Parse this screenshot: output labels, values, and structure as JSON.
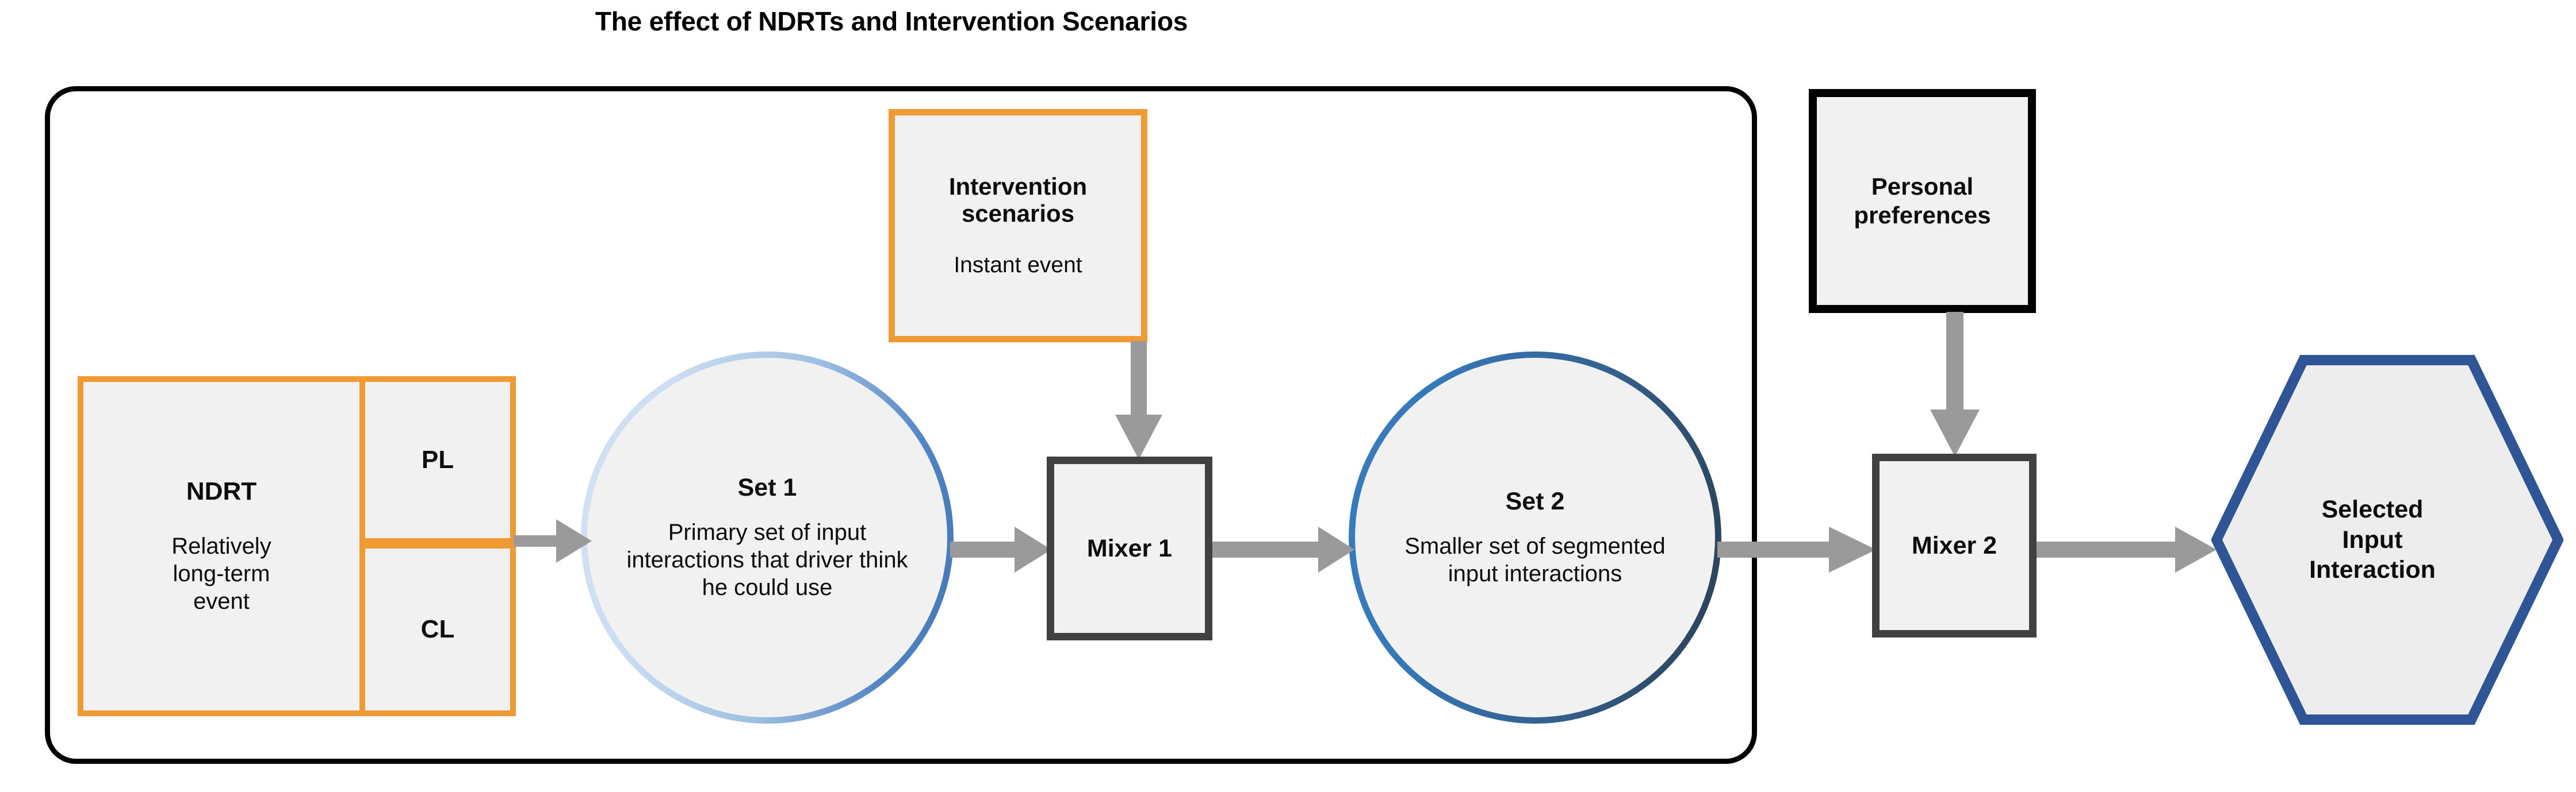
{
  "title": "The effect of NDRTs and Intervention Scenarios",
  "colors": {
    "orange": "#ef9a33",
    "black": "#000000",
    "dark_gray": "#414141",
    "arrow_gray": "#9a9a9a",
    "shape_fill": "#f1f1f1",
    "set1_border_light": "#d3e3f4",
    "set1_border_dark": "#3f74b4",
    "set2_border_light": "#3a7cbd",
    "set2_border_dark": "#2b3f54",
    "hexagon_border": "#2f5596"
  },
  "nodes": {
    "ndrt": {
      "title": "NDRT",
      "body": "Relatively\nlong-term\nevent",
      "sub_top": "PL",
      "sub_bottom": "CL"
    },
    "intervention": {
      "title": "Intervention scenarios",
      "body": "Instant event"
    },
    "set1": {
      "title": "Set 1",
      "body": "Primary set of input interactions that driver think he could use"
    },
    "mixer1": {
      "label": "Mixer 1"
    },
    "set2": {
      "title": "Set 2",
      "body": "Smaller set of segmented input interactions"
    },
    "personal_preferences": {
      "label": "Personal\npreferences"
    },
    "mixer2": {
      "label": "Mixer 2"
    },
    "selected_output": {
      "label": "Selected\nInput\nInteraction"
    }
  },
  "connectors": [
    {
      "name": "ndrt-to-set1",
      "from": "ndrt",
      "to": "set1",
      "direction": "right"
    },
    {
      "name": "intervention-to-mixer1",
      "from": "intervention",
      "to": "mixer1",
      "direction": "down"
    },
    {
      "name": "set1-to-mixer1",
      "from": "set1",
      "to": "mixer1",
      "direction": "right"
    },
    {
      "name": "mixer1-to-set2",
      "from": "mixer1",
      "to": "set2",
      "direction": "right"
    },
    {
      "name": "set2-to-mixer2",
      "from": "set2",
      "to": "mixer2",
      "direction": "right"
    },
    {
      "name": "personal-preferences-to-mixer2",
      "from": "personal_preferences",
      "to": "mixer2",
      "direction": "down"
    },
    {
      "name": "mixer2-to-selected-output",
      "from": "mixer2",
      "to": "selected_output",
      "direction": "right"
    }
  ]
}
